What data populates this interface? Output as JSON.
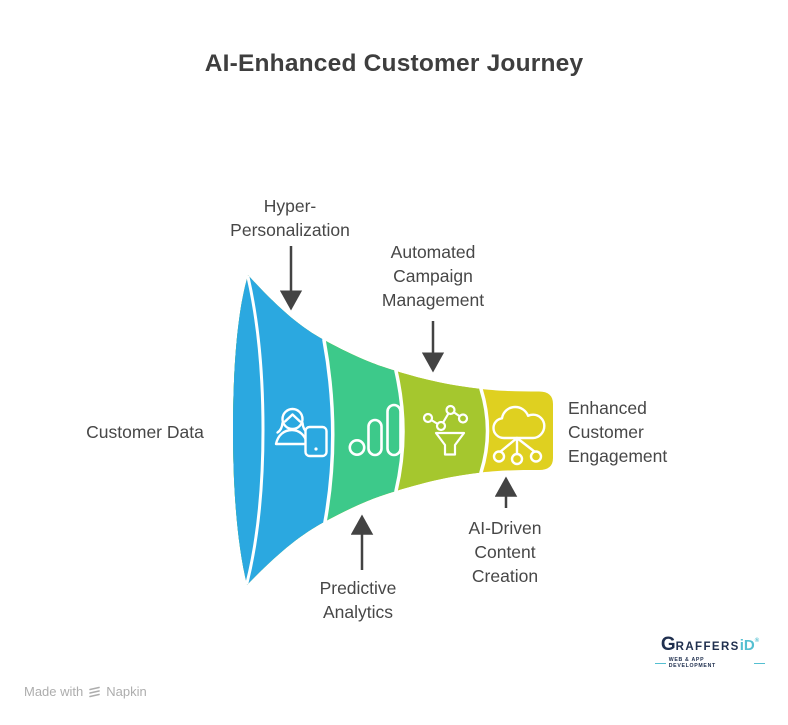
{
  "title": "AI-Enhanced Customer Journey",
  "funnel": {
    "stages": [
      {
        "label": "Hyper-Personalization",
        "icon": "customer-profile-device-icon",
        "color": "#2BA8E0"
      },
      {
        "label": "Predictive Analytics",
        "icon": "analytics-bars-icon",
        "color": "#3DC98A"
      },
      {
        "label": "Automated Campaign Management",
        "icon": "funnel-nodes-icon",
        "color": "#A5C72E"
      },
      {
        "label": "AI-Driven Content Creation",
        "icon": "cloud-network-icon",
        "color": "#DFD020"
      }
    ],
    "input_label": "Customer Data",
    "outcome_label": "Enhanced Customer Engagement"
  },
  "labels": {
    "customer_data": {
      "line1": "Customer Data"
    },
    "hyper": {
      "line1": "Hyper-",
      "line2": "Personalization"
    },
    "automated": {
      "line1": "Automated",
      "line2": "Campaign",
      "line3": "Management"
    },
    "predictive": {
      "line1": "Predictive",
      "line2": "Analytics"
    },
    "ai_driven": {
      "line1": "AI-Driven",
      "line2": "Content",
      "line3": "Creation"
    },
    "enhanced": {
      "line1": "Enhanced",
      "line2": "Customer",
      "line3": "Engagement"
    }
  },
  "colors": {
    "title_text": "#3e3e3e",
    "label_text": "#474747",
    "arrow": "#434343",
    "separator": "#ffffff",
    "watermark_text": "#adadad",
    "logo_navy": "#20304f",
    "logo_teal": "#54bfd1"
  },
  "watermark": {
    "prefix": "Made with",
    "brand": "Napkin"
  },
  "logo": {
    "g": "G",
    "raffers": "RAFFERS",
    "id": "iD",
    "reg": "®",
    "tagline": "WEB & APP DEVELOPMENT"
  }
}
